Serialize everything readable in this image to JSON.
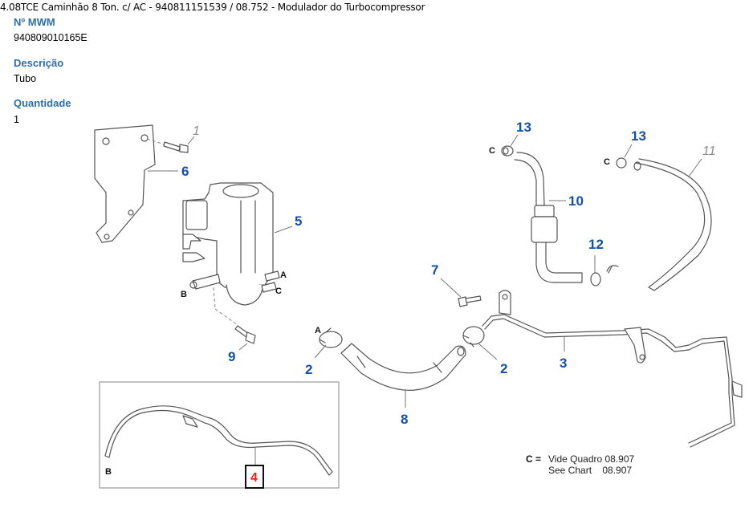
{
  "header": {
    "title": "4.08TCE Caminhão 8 Ton. c/ AC - 940811151539  /  08.752 - Modulador do Turbocompressor"
  },
  "details": {
    "mwm_label": "Nº MWM",
    "mwm_value": "940809010165E",
    "description_label": "Descrição",
    "description_value": "Tubo",
    "quantity_label": "Quantidade",
    "quantity_value": "1"
  },
  "diagram": {
    "callouts": {
      "c1": "1",
      "c2a": "2",
      "c2b": "2",
      "c3": "3",
      "c4": "4",
      "c5": "5",
      "c6": "6",
      "c7": "7",
      "c8": "8",
      "c9": "9",
      "c10": "10",
      "c11": "11",
      "c12": "12",
      "c13a": "13",
      "c13b": "13"
    },
    "connectors": {
      "a_modulator": "A",
      "b_modulator": "B",
      "c_modulator": "C",
      "a_clamp": "A",
      "c_clamp1": "C",
      "c_clamp2": "C",
      "b_inset": "B"
    },
    "note": {
      "key": "C =",
      "line1": "Vide Quadro 08.907",
      "line2": "See Chart    08.907"
    },
    "highlighted_part": "4",
    "colors": {
      "callout": "#1450a8",
      "highlight": "#ff1a1a",
      "label": "#2c6fad"
    }
  }
}
